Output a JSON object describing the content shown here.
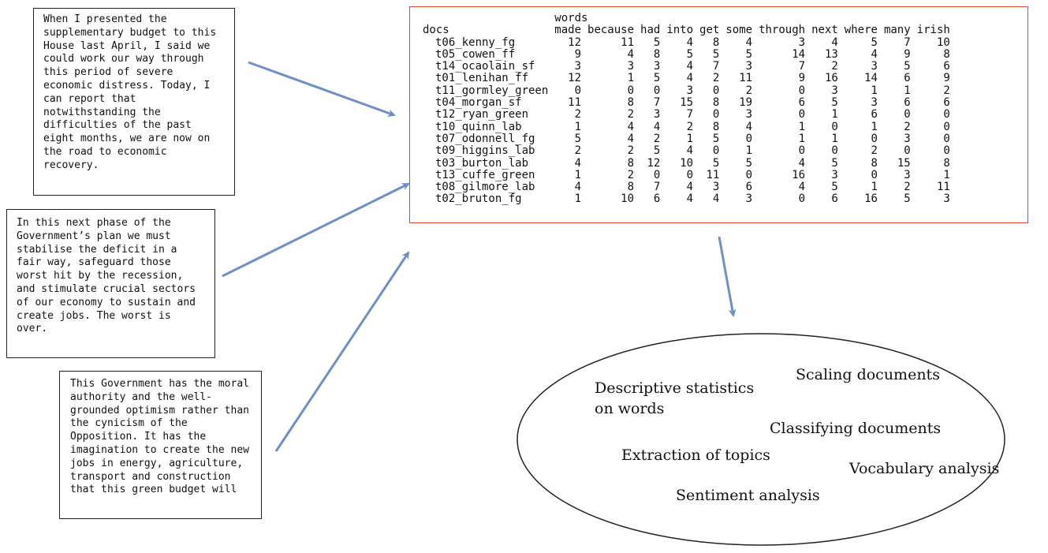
{
  "text_boxes": [
    "When I presented the supplementary budget to this House last April, I said we could work our way through this period of severe economic distress. Today, I can report that notwithstanding the difficulties of the past eight months, we are now on the road to economic recovery.",
    "In this next phase of the Government’s plan we must stabilise the deficit in a fair way, safeguard those worst hit by the recession, and stimulate crucial sectors of our economy to sustain and create jobs. The worst is over.",
    "This Government has the moral authority and the well-grounded optimism rather than the cynicism of the Opposition. It has the imagination to create the new jobs in energy, agriculture, transport and construction that this green budget will"
  ],
  "dfm": {
    "header_top": "words",
    "header_docs": "docs",
    "columns": [
      "made",
      "because",
      "had",
      "into",
      "get",
      "some",
      "through",
      "next",
      "where",
      "many",
      "irish"
    ],
    "rows": [
      {
        "doc": "t06_kenny_fg",
        "values": [
          12,
          11,
          5,
          4,
          8,
          4,
          3,
          4,
          5,
          7,
          10
        ]
      },
      {
        "doc": "t05_cowen_ff",
        "values": [
          9,
          4,
          8,
          5,
          5,
          5,
          14,
          13,
          4,
          9,
          8
        ]
      },
      {
        "doc": "t14_ocaolain_sf",
        "values": [
          3,
          3,
          3,
          4,
          7,
          3,
          7,
          2,
          3,
          5,
          6
        ]
      },
      {
        "doc": "t01_lenihan_ff",
        "values": [
          12,
          1,
          5,
          4,
          2,
          11,
          9,
          16,
          14,
          6,
          9
        ]
      },
      {
        "doc": "t11_gormley_green",
        "values": [
          0,
          0,
          0,
          3,
          0,
          2,
          0,
          3,
          1,
          1,
          2
        ]
      },
      {
        "doc": "t04_morgan_sf",
        "values": [
          11,
          8,
          7,
          15,
          8,
          19,
          6,
          5,
          3,
          6,
          6
        ]
      },
      {
        "doc": "t12_ryan_green",
        "values": [
          2,
          2,
          3,
          7,
          0,
          3,
          0,
          1,
          6,
          0,
          0
        ]
      },
      {
        "doc": "t10_quinn_lab",
        "values": [
          1,
          4,
          4,
          2,
          8,
          4,
          1,
          0,
          1,
          2,
          0
        ]
      },
      {
        "doc": "t07_odonnell_fg",
        "values": [
          5,
          4,
          2,
          1,
          5,
          0,
          1,
          1,
          0,
          3,
          0
        ]
      },
      {
        "doc": "t09_higgins_lab",
        "values": [
          2,
          2,
          5,
          4,
          0,
          1,
          0,
          0,
          2,
          0,
          0
        ]
      },
      {
        "doc": "t03_burton_lab",
        "values": [
          4,
          8,
          12,
          10,
          5,
          5,
          4,
          5,
          8,
          15,
          8
        ]
      },
      {
        "doc": "t13_cuffe_green",
        "values": [
          1,
          2,
          0,
          0,
          11,
          0,
          16,
          3,
          0,
          3,
          1
        ]
      },
      {
        "doc": "t08_gilmore_lab",
        "values": [
          4,
          8,
          7,
          4,
          3,
          6,
          4,
          5,
          1,
          2,
          11
        ]
      },
      {
        "doc": "t02_bruton_fg",
        "values": [
          1,
          10,
          6,
          4,
          4,
          3,
          0,
          6,
          16,
          5,
          3
        ]
      }
    ]
  },
  "applications": {
    "descriptive_1": "Descriptive statistics",
    "descriptive_2": "on words",
    "scaling": "Scaling documents",
    "classifying": "Classifying documents",
    "topics": "Extraction of topics",
    "vocabulary": "Vocabulary analysis",
    "sentiment": "Sentiment analysis"
  },
  "colors": {
    "arrow": "#6f8fc8",
    "dfm_border": "#e0462a"
  }
}
